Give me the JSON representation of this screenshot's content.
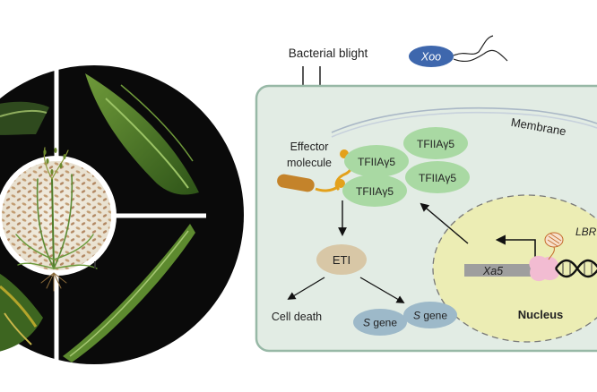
{
  "labels": {
    "bacterial_blight": "Bacterial blight",
    "pathogen": "Xoo",
    "membrane": "Membrane",
    "effector_line1": "Effector",
    "effector_line2": "molecule",
    "tfiia_1": "TFIIAγ5",
    "tfiia_2": "TFIIAγ5",
    "tfiia_3": "TFIIAγ5",
    "tfiia_4": "TFIIAγ5",
    "eti": "ETI",
    "cell_death": "Cell death",
    "s_gene_1_italic": "S",
    "s_gene_1_rest": " gene",
    "s_gene_2_italic": "S",
    "s_gene_2_rest": " gene",
    "xa5": "Xa5",
    "lbr": "LBR",
    "nucleus": "Nucleus"
  },
  "colors": {
    "cell_fill": "#e2ece4",
    "cell_stroke": "#97b8a6",
    "tfiia_fill": "#a9d9a3",
    "eti_fill": "#d8c7a6",
    "s_gene_fill": "#9db9c9",
    "nucleus_fill": "#ecedb4",
    "xoo_fill": "#3e67ad",
    "effector": "#e3a11b",
    "effector_rod": "#c4832a",
    "dna_bar": "#9e9e9e",
    "lbr_protein": "#f2bcd2",
    "wheel_black": "#0a0a0a",
    "leaf_green": "#3f6e24"
  }
}
